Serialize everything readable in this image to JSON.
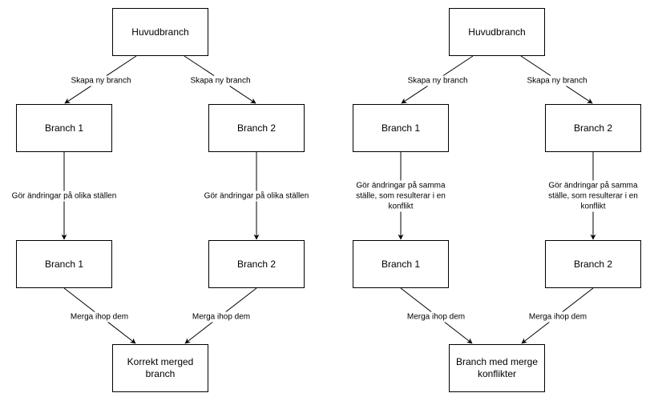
{
  "left": {
    "top": "Huvudbranch",
    "branch1_a": "Branch 1",
    "branch2_a": "Branch 2",
    "branch1_b": "Branch 1",
    "branch2_b": "Branch 2",
    "result": "Korrekt merged branch",
    "edge_create_1": "Skapa ny branch",
    "edge_create_2": "Skapa ny branch",
    "edge_change_1": "Gör ändringar på olika ställen",
    "edge_change_2": "Gör ändringar på olika ställen",
    "edge_merge_1": "Merga ihop dem",
    "edge_merge_2": "Merga ihop dem"
  },
  "right": {
    "top": "Huvudbranch",
    "branch1_a": "Branch 1",
    "branch2_a": "Branch 2",
    "branch1_b": "Branch 1",
    "branch2_b": "Branch 2",
    "result": "Branch med merge konflikter",
    "edge_create_1": "Skapa ny branch",
    "edge_create_2": "Skapa ny branch",
    "edge_change_1": "Gör ändringar på samma ställe, som resulterar i en konflikt",
    "edge_change_2": "Gör ändringar på samma ställe, som resulterar i en konflikt",
    "edge_merge_1": "Merga ihop dem",
    "edge_merge_2": "Merga ihop dem"
  },
  "colors": {
    "stroke": "#000000",
    "fill": "#ffffff"
  }
}
